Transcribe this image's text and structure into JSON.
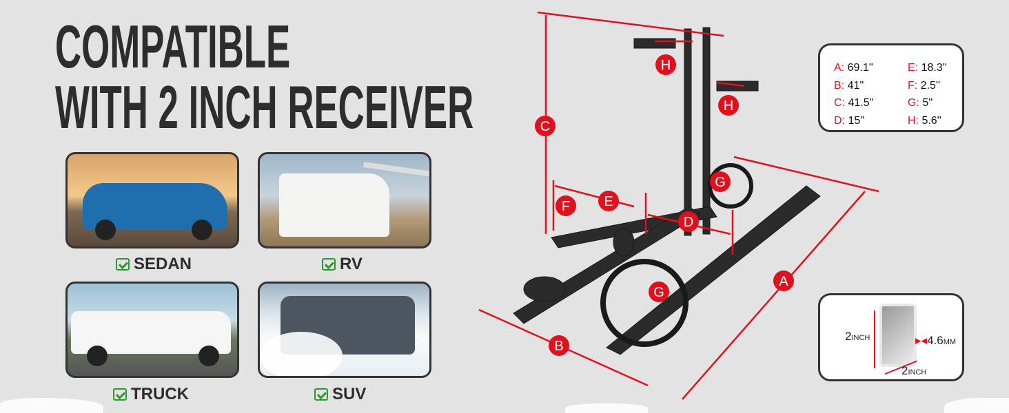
{
  "headline": {
    "line1": "COMPATIBLE",
    "line2": "WITH 2 INCH RECEIVER"
  },
  "vehicles": [
    {
      "label": "SEDAN"
    },
    {
      "label": "RV"
    },
    {
      "label": "TRUCK"
    },
    {
      "label": "SUV"
    }
  ],
  "dimension_markers": [
    "A",
    "B",
    "C",
    "D",
    "E",
    "F",
    "G",
    "H"
  ],
  "specs": [
    {
      "key": "A:",
      "value": "69.1''"
    },
    {
      "key": "E:",
      "value": "18.3''"
    },
    {
      "key": "B:",
      "value": "41''"
    },
    {
      "key": "F:",
      "value": "2.5''"
    },
    {
      "key": "C:",
      "value": "41.5''"
    },
    {
      "key": "G:",
      "value": "5''"
    },
    {
      "key": "D:",
      "value": "15''"
    },
    {
      "key": "H:",
      "value": "5.6''"
    }
  ],
  "receiver": {
    "height": "2",
    "height_unit": "INCH",
    "width": "2",
    "width_unit": "INCH",
    "wall": "4.6",
    "wall_unit": "MM"
  },
  "colors": {
    "accent": "#e0101c",
    "check": "#2a9a2a",
    "text": "#2d2d2d"
  }
}
